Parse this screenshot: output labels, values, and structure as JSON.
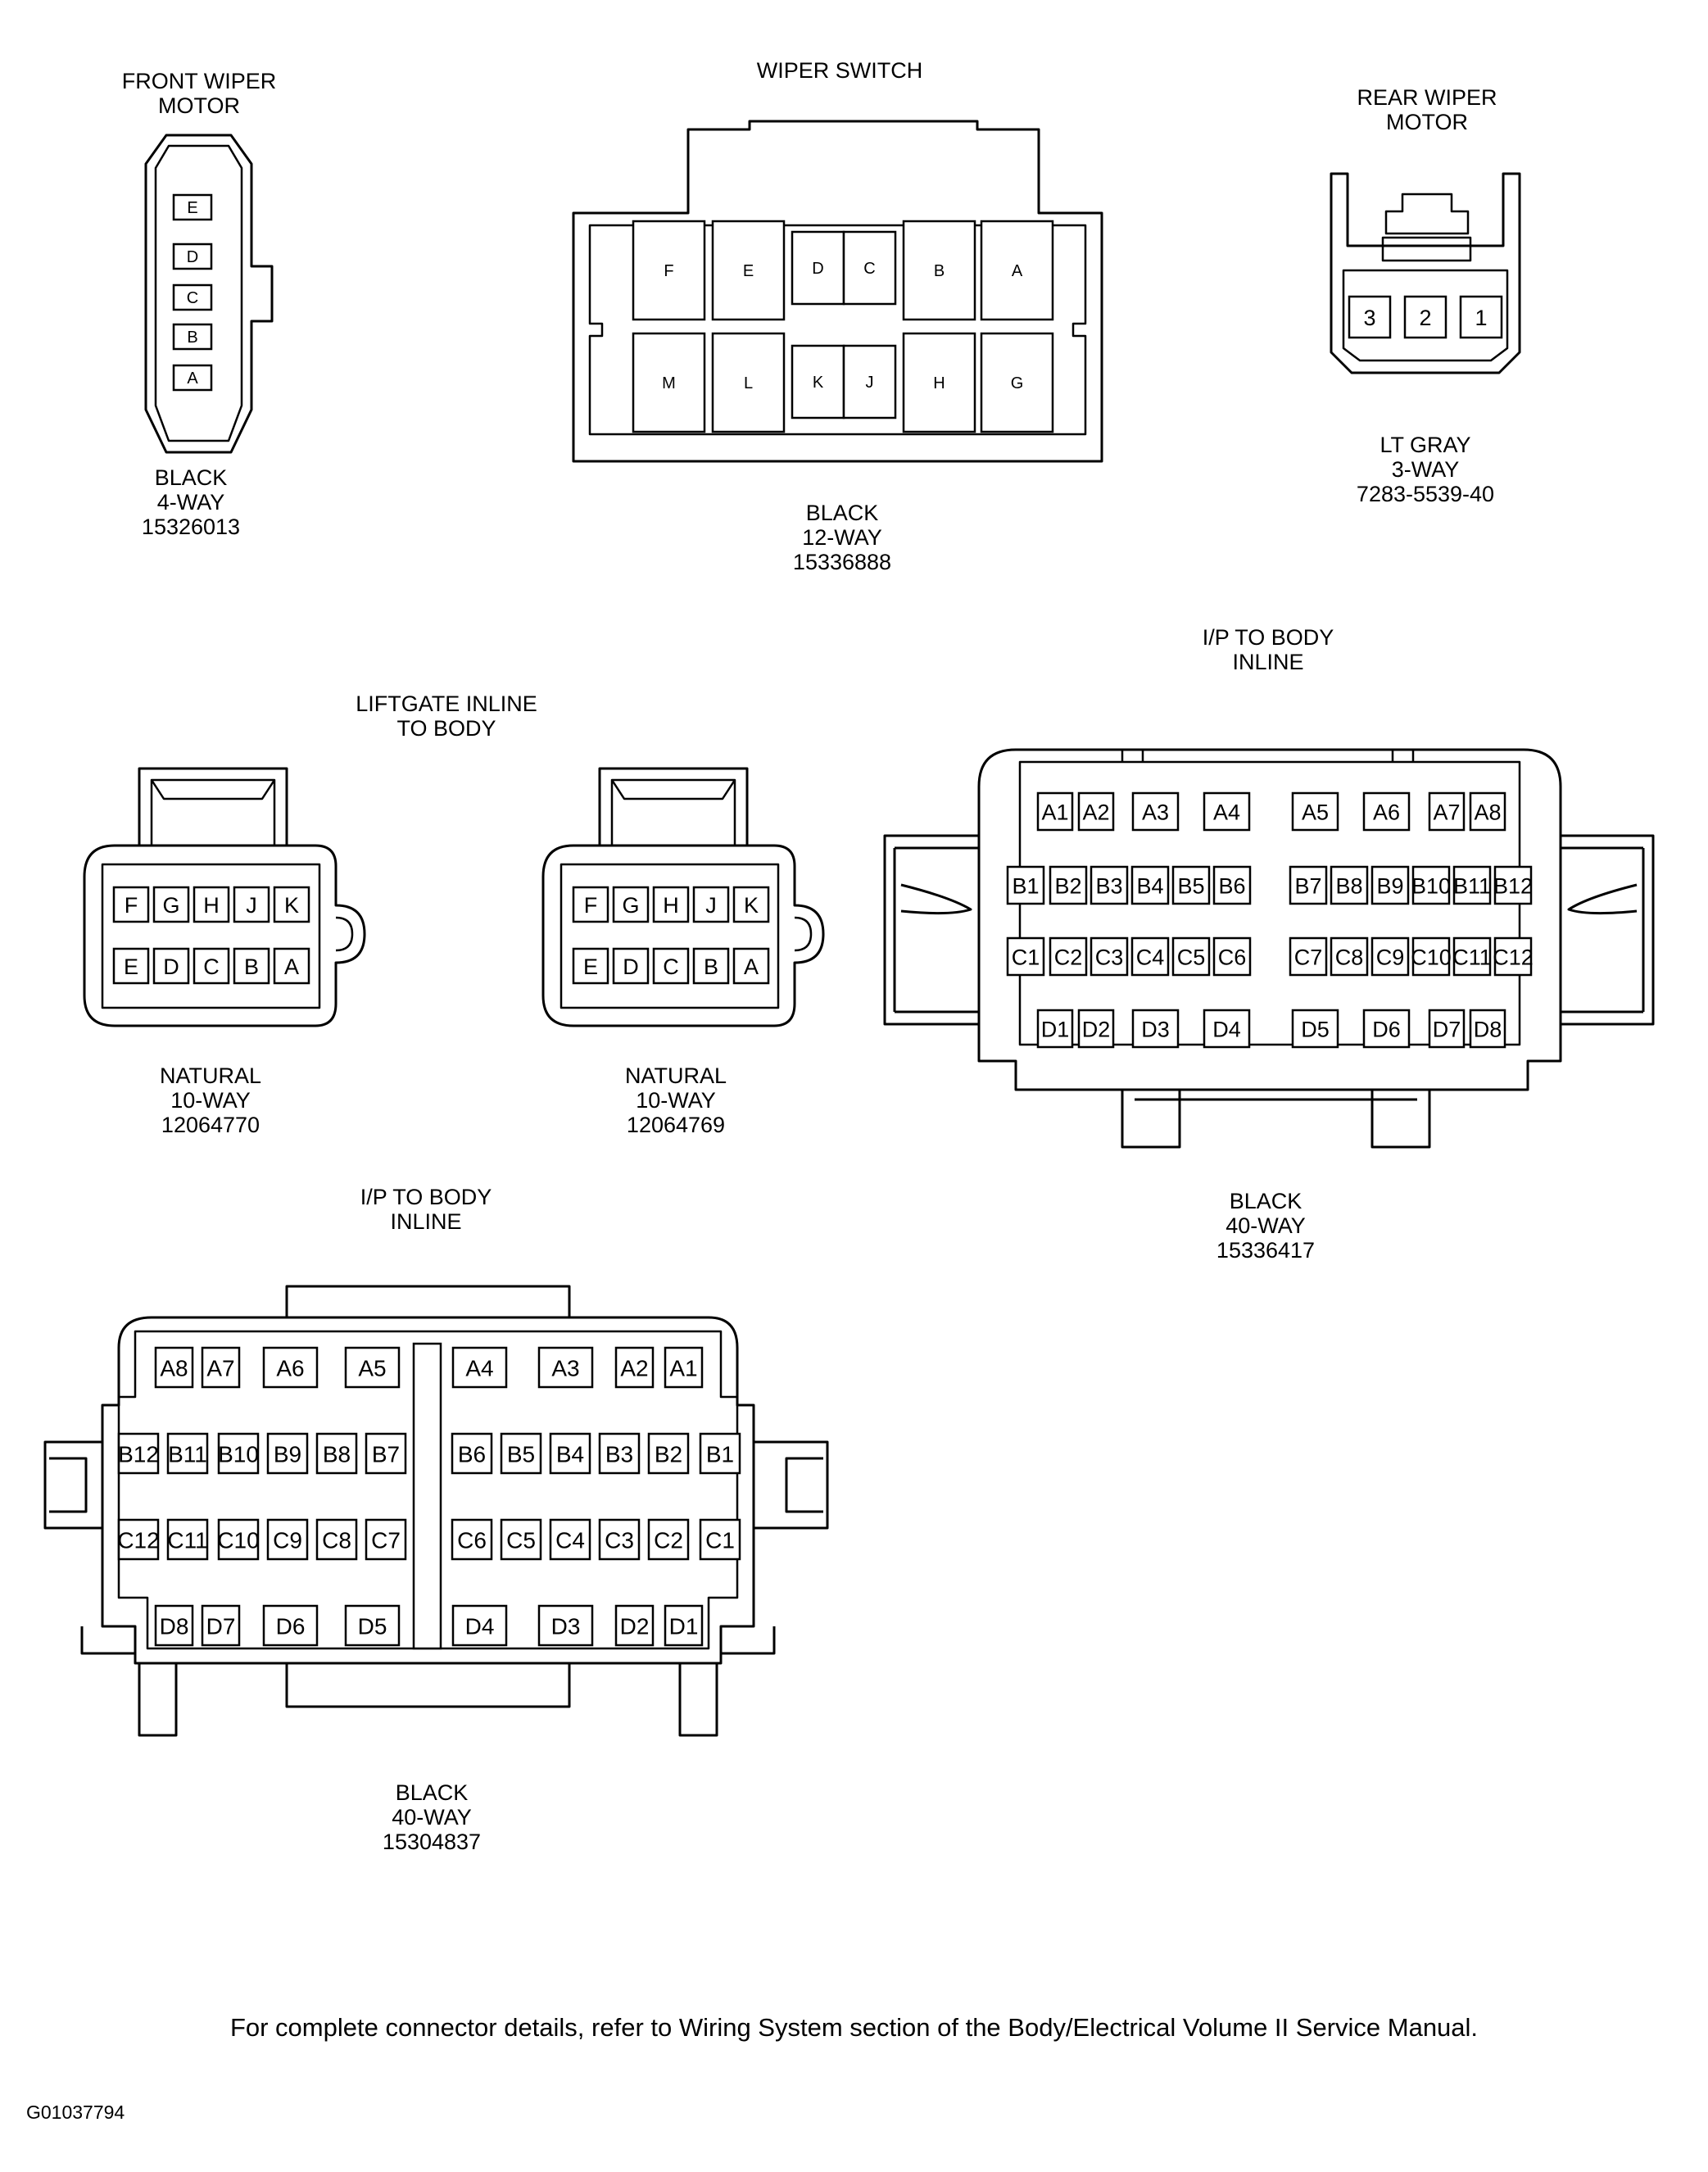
{
  "connectors": {
    "front_wiper_motor": {
      "title": [
        "FRONT WIPER",
        "MOTOR"
      ],
      "info": [
        "BLACK",
        "4-WAY",
        "15326013"
      ],
      "pins": [
        "E",
        "D",
        "C",
        "B",
        "A"
      ]
    },
    "wiper_switch": {
      "title": [
        "WIPER SWITCH"
      ],
      "info": [
        "BLACK",
        "12-WAY",
        "15336888"
      ],
      "pins_top": [
        "F",
        "E",
        "D",
        "C",
        "B",
        "A"
      ],
      "pins_bottom": [
        "M",
        "L",
        "K",
        "J",
        "H",
        "G"
      ]
    },
    "rear_wiper_motor": {
      "title": [
        "REAR WIPER",
        "MOTOR"
      ],
      "info": [
        "LT GRAY",
        "3-WAY",
        "7283-5539-40"
      ],
      "pins": [
        "3",
        "2",
        "1"
      ]
    },
    "liftgate_inline": {
      "title": [
        "LIFTGATE INLINE",
        "TO BODY"
      ],
      "left": {
        "info": [
          "NATURAL",
          "10-WAY",
          "12064770"
        ],
        "pins_top": [
          "F",
          "G",
          "H",
          "J",
          "K"
        ],
        "pins_bottom": [
          "E",
          "D",
          "C",
          "B",
          "A"
        ]
      },
      "right": {
        "info": [
          "NATURAL",
          "10-WAY",
          "12064769"
        ],
        "pins_top": [
          "F",
          "G",
          "H",
          "J",
          "K"
        ],
        "pins_bottom": [
          "E",
          "D",
          "C",
          "B",
          "A"
        ]
      }
    },
    "ip_to_body_right": {
      "title": [
        "I/P TO BODY",
        "INLINE"
      ],
      "info": [
        "BLACK",
        "40-WAY",
        "15336417"
      ],
      "row_a": [
        "A1",
        "A2",
        "A3",
        "A4",
        "A5",
        "A6",
        "A7",
        "A8"
      ],
      "row_b": [
        "B1",
        "B2",
        "B3",
        "B4",
        "B5",
        "B6",
        "B7",
        "B8",
        "B9",
        "B10",
        "B11",
        "B12"
      ],
      "row_c": [
        "C1",
        "C2",
        "C3",
        "C4",
        "C5",
        "C6",
        "C7",
        "C8",
        "C9",
        "C10",
        "C11",
        "C12"
      ],
      "row_d": [
        "D1",
        "D2",
        "D3",
        "D4",
        "D5",
        "D6",
        "D7",
        "D8"
      ]
    },
    "ip_to_body_left": {
      "title": [
        "I/P TO BODY",
        "INLINE"
      ],
      "info": [
        "BLACK",
        "40-WAY",
        "15304837"
      ],
      "row_a": [
        "A8",
        "A7",
        "A6",
        "A5",
        "A4",
        "A3",
        "A2",
        "A1"
      ],
      "row_b": [
        "B12",
        "B11",
        "B10",
        "B9",
        "B8",
        "B7",
        "B6",
        "B5",
        "B4",
        "B3",
        "B2",
        "B1"
      ],
      "row_c": [
        "C12",
        "C11",
        "C10",
        "C9",
        "C8",
        "C7",
        "C6",
        "C5",
        "C4",
        "C3",
        "C2",
        "C1"
      ],
      "row_d": [
        "D8",
        "D7",
        "D6",
        "D5",
        "D4",
        "D3",
        "D2",
        "D1"
      ]
    }
  },
  "footer_note": "For complete connector details, refer to Wiring System section of the Body/Electrical Volume II Service Manual.",
  "figure_id": "G01037794"
}
